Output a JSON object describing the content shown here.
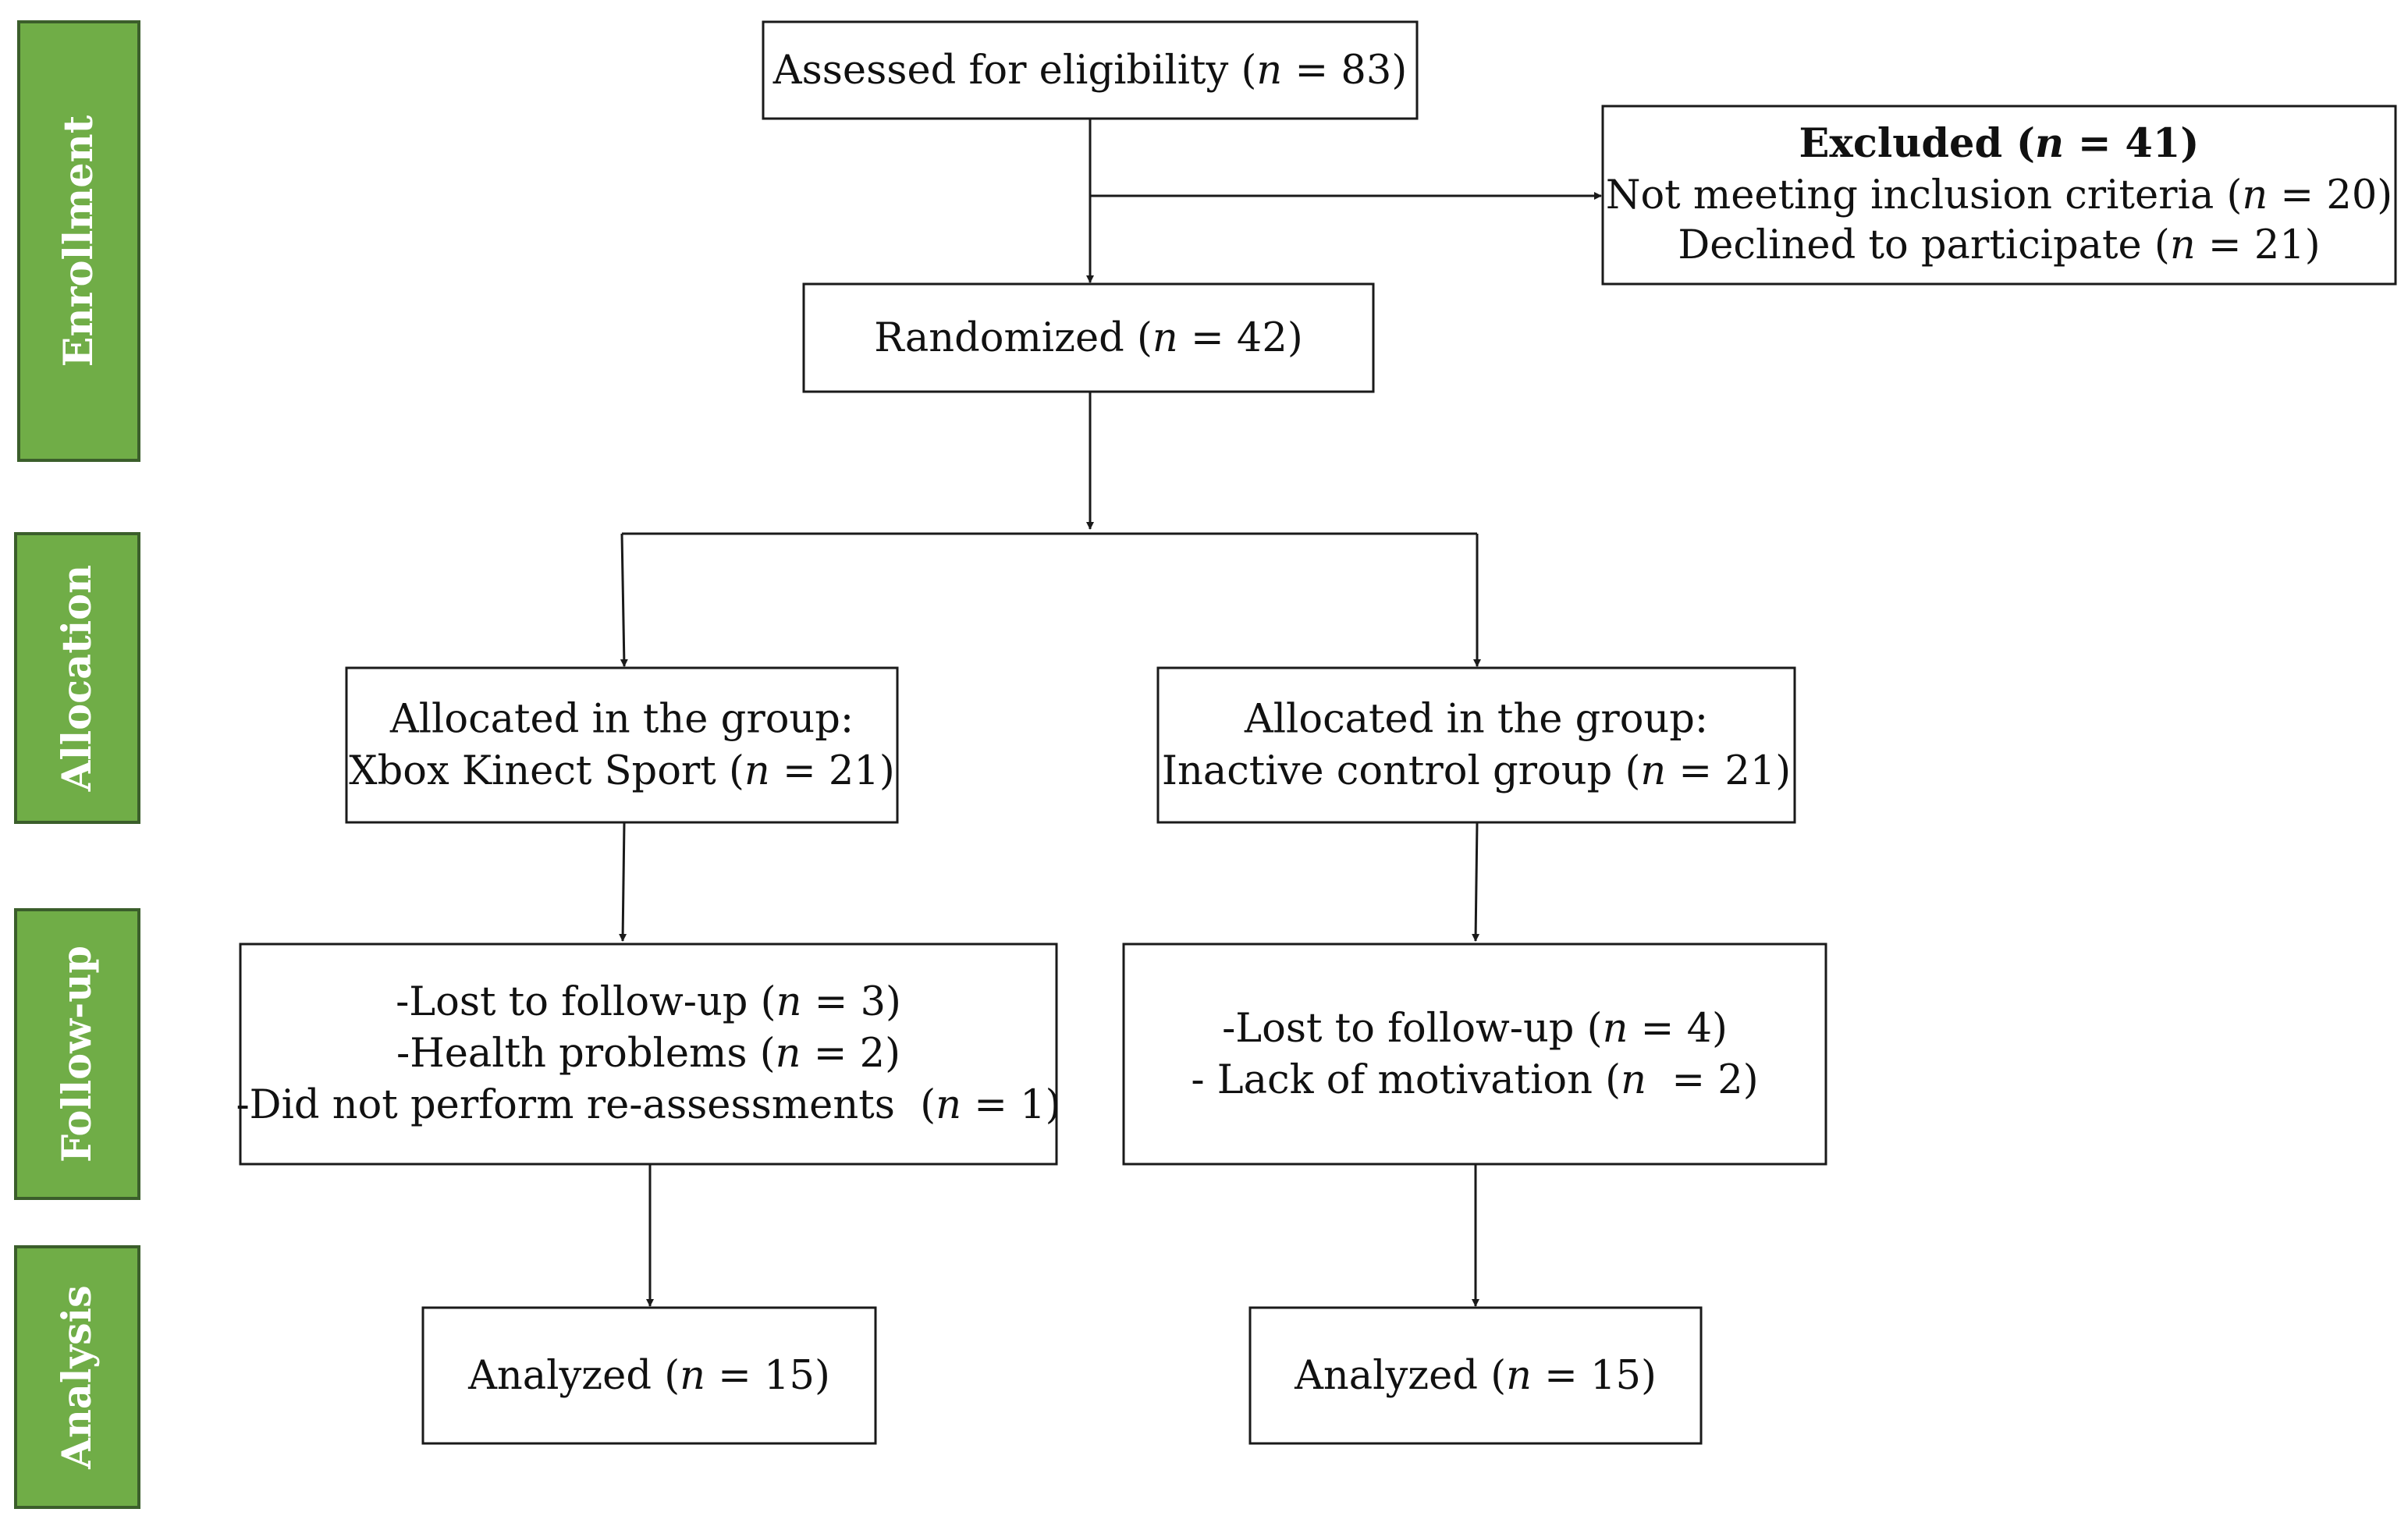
{
  "colors": {
    "stage_fill": "#70ad47",
    "stage_stroke": "#3b5e2b",
    "stage_text": "#ffffff",
    "box_stroke": "#1a1a1a",
    "line": "#1a1a1a"
  },
  "stages": {
    "enrollment": "Enrollment",
    "allocation": "Allocation",
    "followup": "Follow-up",
    "analysis": "Analysis"
  },
  "n": "n",
  "assessed": {
    "label": "Assessed for eligibility (",
    "value": " = 83)"
  },
  "excluded": {
    "title_label": "Excluded (",
    "title_value": " = 41)",
    "line1_label": "Not meeting inclusion criteria (",
    "line1_value": " = 20)",
    "line2_label": "Declined to participate (",
    "line2_value": " = 21)"
  },
  "randomized": {
    "label": "Randomized (",
    "value": " = 42)"
  },
  "alloc_left": {
    "line1": "Allocated in the group:",
    "line2_label": "Xbox Kinect Sport (",
    "line2_value": " = 21)"
  },
  "alloc_right": {
    "line1": "Allocated in the group:",
    "line2_label": "Inactive control group (",
    "line2_value": " = 21)"
  },
  "followup_left": {
    "line1_label": "-Lost to follow-up (",
    "line1_value": " = 3)",
    "line2_label": "-Health problems (",
    "line2_value": " = 2)",
    "line3_label": "-Did not perform re-assessments  (",
    "line3_value": " = 1)"
  },
  "followup_right": {
    "line1_label": "-Lost to follow-up (",
    "line1_value": " = 4)",
    "line2_label": "- Lack of motivation (",
    "line2_value": "  = 2)"
  },
  "analysis_left": {
    "label": "Analyzed (",
    "value": " = 15)"
  },
  "analysis_right": {
    "label": "Analyzed (",
    "value": " = 15)"
  }
}
